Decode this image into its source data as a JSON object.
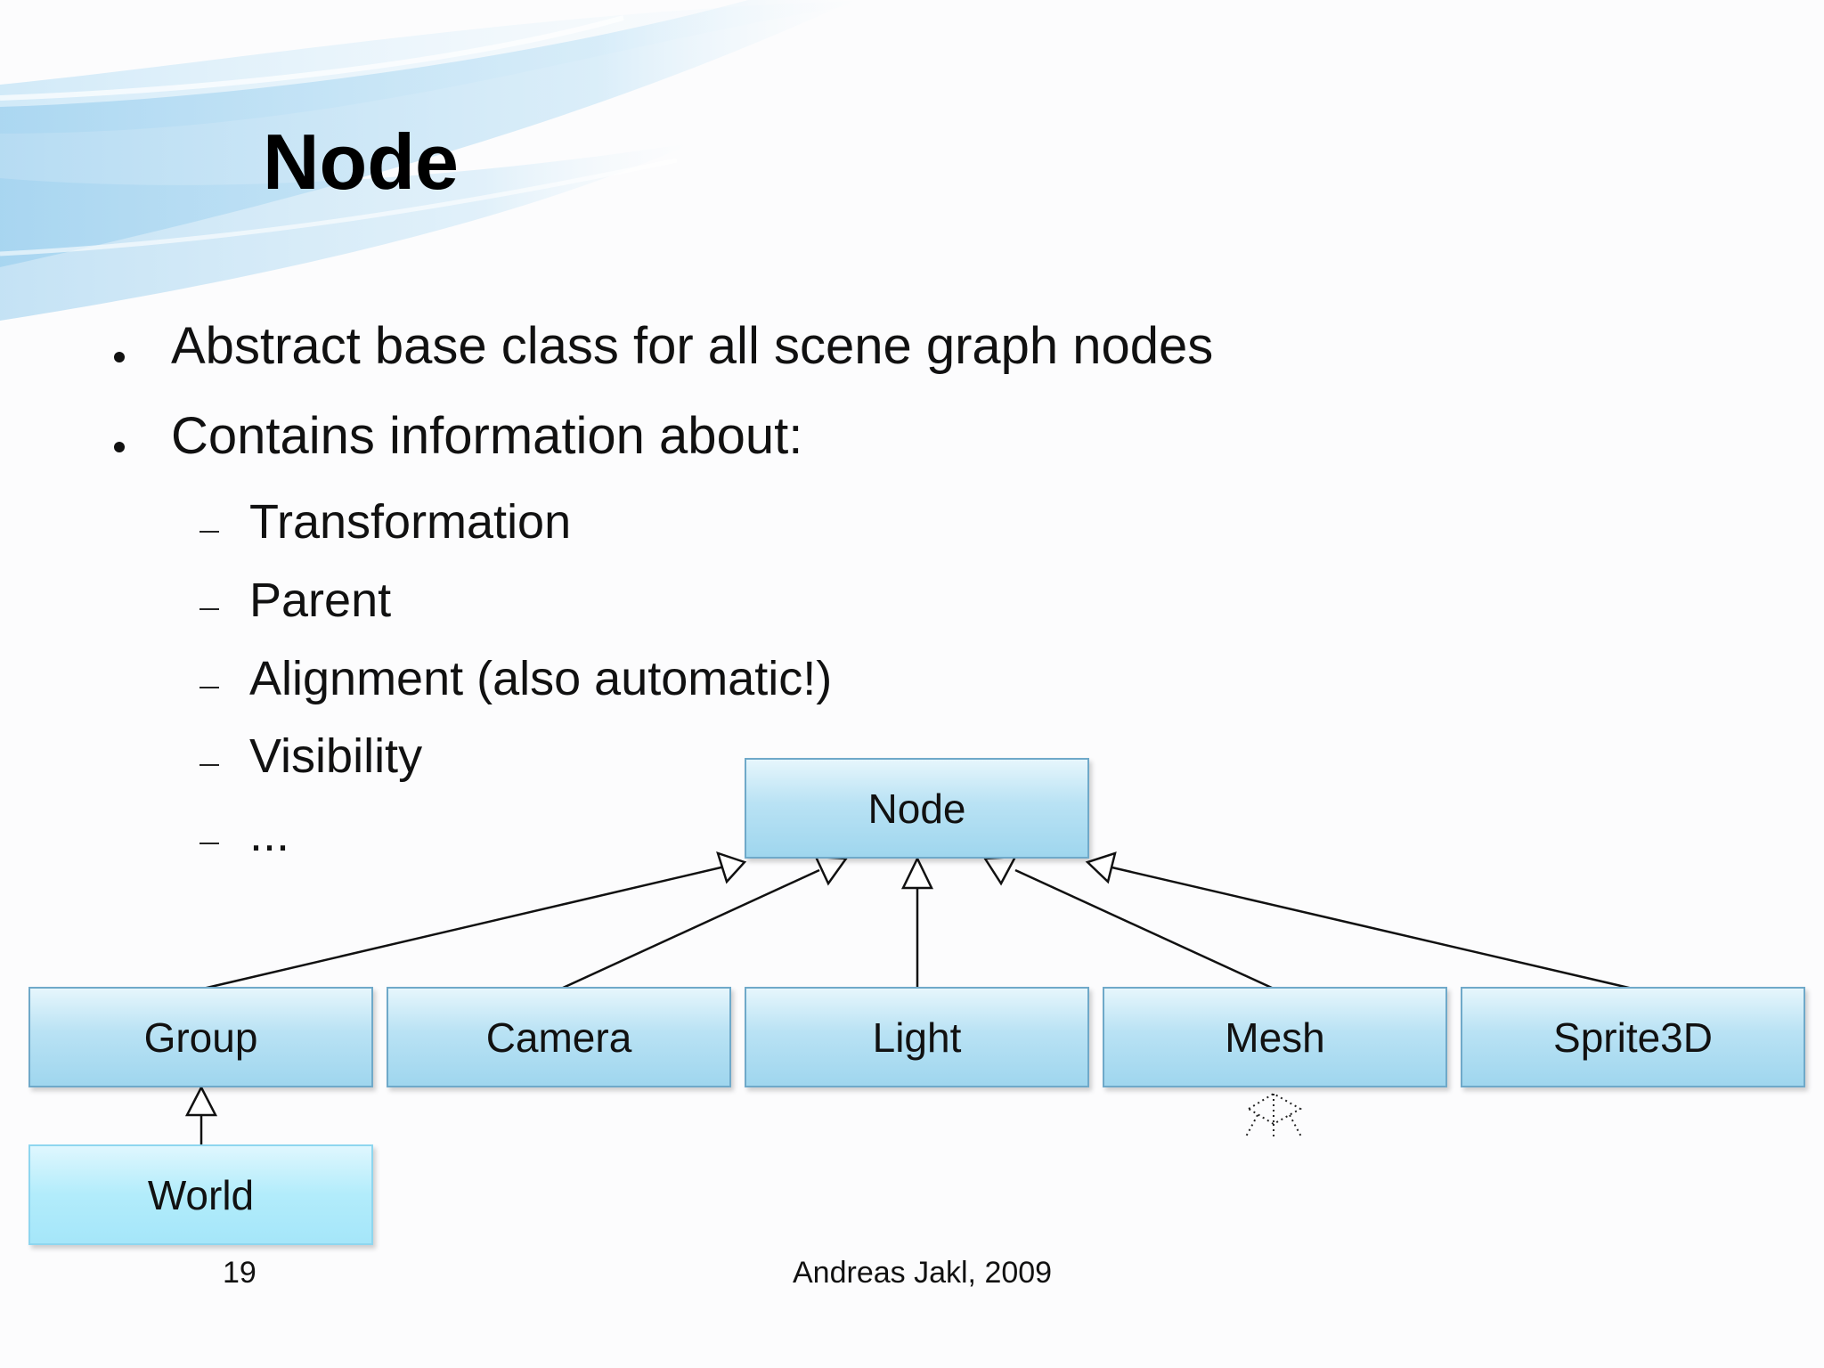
{
  "slide": {
    "title": "Node",
    "bullets": [
      "Abstract base class for all scene graph nodes",
      "Contains information about:"
    ],
    "sub_bullets": [
      "Transformation",
      "Parent",
      "Alignment (also automatic!)",
      "Visibility",
      "..."
    ]
  },
  "diagram": {
    "root": "Node",
    "children": [
      "Group",
      "Camera",
      "Light",
      "Mesh",
      "Sprite3D"
    ],
    "grandchild": "World"
  },
  "footer": {
    "page_number": "19",
    "author": "Andreas Jakl, 2009"
  },
  "colors": {
    "box_fill": "#b9e2f4",
    "box_border": "#6fa9c9",
    "swoosh": "#9fd1ef"
  }
}
